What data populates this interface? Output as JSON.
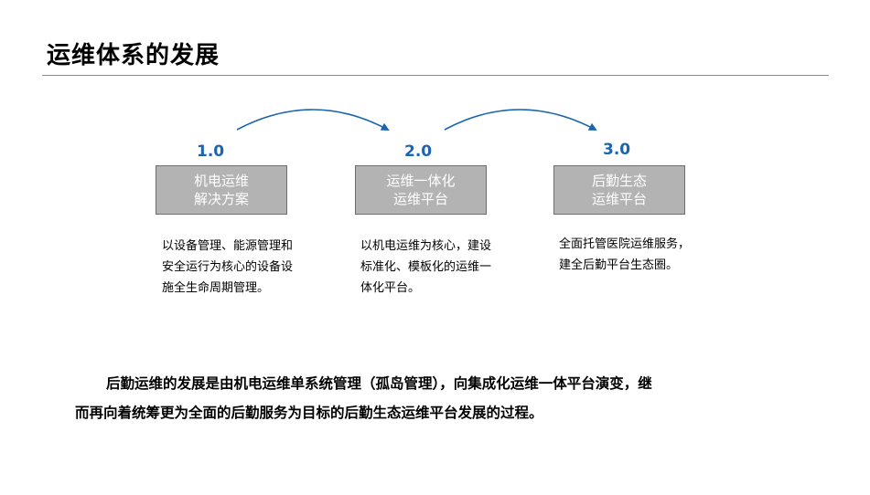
{
  "title": "运维体系的发展",
  "colors": {
    "accent": "#1b64b0",
    "box_fill": "#b3b3b3",
    "box_border": "#6d6d6d",
    "box_text": "#ffffff",
    "rule": "#8c8c8c"
  },
  "stages": [
    {
      "version": "1.0",
      "box_lines": [
        "机电运维",
        "解决方案"
      ],
      "desc_lines": [
        "以设备管理、能源管理和",
        "安全运行为核心的设备设",
        "施全生命周期管理。"
      ]
    },
    {
      "version": "2.0",
      "box_lines": [
        "运维一体化",
        "运维平台"
      ],
      "desc_lines": [
        "以机电运维为核心，建设",
        "标准化、模板化的运维一",
        "体化平台。"
      ]
    },
    {
      "version": "3.0",
      "box_lines": [
        "后勤生态",
        "运维平台"
      ],
      "desc_lines": [
        "全面托管医院运维服务，",
        "建全后勤平台生态圈。"
      ]
    }
  ],
  "summary_lines": [
    "后勤运维的发展是由机电运维单系统管理（孤岛管理），向集成化运维一体平台演变，继",
    "而再向着统筹更为全面的后勤服务为目标的后勤生态运维平台发展的过程。"
  ]
}
